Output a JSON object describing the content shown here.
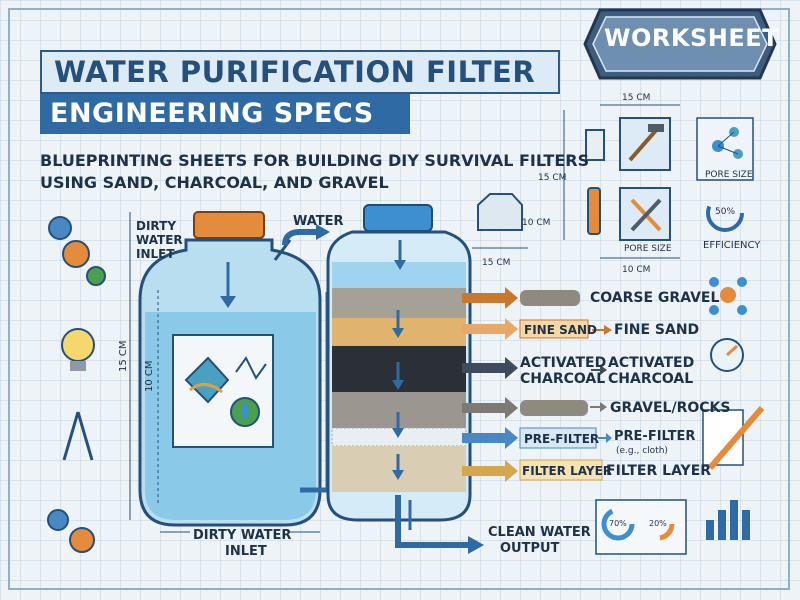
{
  "badge": {
    "label": "WORKSHEET"
  },
  "title": {
    "line1": "WATER PURIFICATION FILTER",
    "line2": "ENGINEERING SPECS"
  },
  "subtitle": {
    "line1": "BLUEPRINTING SHEETS FOR BUILDING DIY SURVIVAL FILTERS",
    "line2": "USING SAND, CHARCOAL, AND GRAVEL"
  },
  "left_jug": {
    "inlet_top": "DIRTY WATER INLET",
    "inlet_top_l1": "DIRTY",
    "inlet_top_l2": "WATER",
    "inlet_top_l3": "INLET",
    "dim1": "15 CM",
    "dim2": "10 CM",
    "inlet_bottom_l1": "DIRTY WATER",
    "inlet_bottom_l2": "INLET"
  },
  "water_label": "WATER",
  "filter_cap": {
    "dim": "10 CM",
    "dim_bottom": "15 CM"
  },
  "specs": {
    "top_dim": "15 CM",
    "side_dim": "15 CM",
    "bottom_dim": "10 CM",
    "pore_size_1": "PORE SIZE",
    "pore_size_2": "PORE SIZE",
    "efficiency_value": "50%",
    "efficiency_label": "EFFICIENCY"
  },
  "layers": [
    {
      "left": "",
      "right": "COARSE GRAVEL"
    },
    {
      "left": "FINE SAND",
      "right": "FINE SAND"
    },
    {
      "left_l1": "ACTIVATED",
      "left_l2": "CHARCOAL",
      "right_l1": "ACTIVATED",
      "right_l2": "CHARCOAL"
    },
    {
      "left": "",
      "right": "GRAVEL/ROCKS"
    },
    {
      "left": "PRE-FILTER",
      "right": "PRE-FILTER",
      "note": "(e.g., cloth)"
    },
    {
      "left": "FILTER LAYER",
      "right": "FILTER LAYER"
    }
  ],
  "output": {
    "l1": "CLEAN WATER",
    "l2": "OUTPUT"
  },
  "gauges": {
    "a": "70%",
    "b": "20%"
  },
  "colors": {
    "blue_dark": "#2f6aa4",
    "water": "#7fc3e6",
    "sand": "#e0b46e",
    "charcoal": "#2b2f36",
    "gravel": "#9b9790"
  }
}
